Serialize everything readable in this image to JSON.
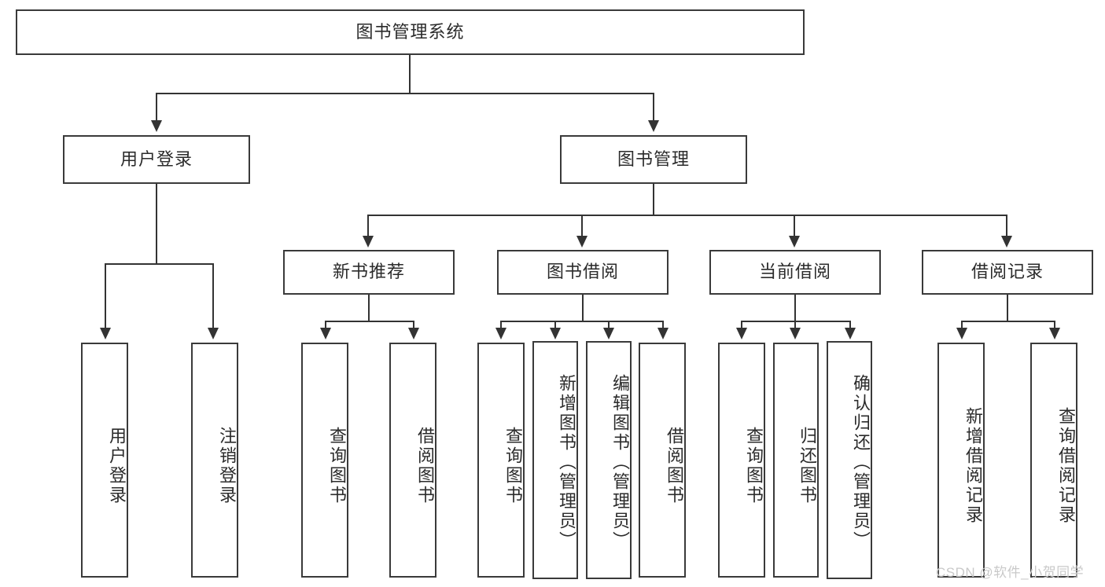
{
  "diagram": {
    "type": "tree",
    "title": "图书管理系统",
    "root": {
      "label": "图书管理系统"
    },
    "level1": [
      {
        "label": "用户登录"
      },
      {
        "label": "图书管理"
      }
    ],
    "level2": [
      {
        "label": "新书推荐"
      },
      {
        "label": "图书借阅"
      },
      {
        "label": "当前借阅"
      },
      {
        "label": "借阅记录"
      }
    ],
    "leaves": {
      "user_login": [
        {
          "label": "用户登录"
        },
        {
          "label": "注销登录"
        }
      ],
      "new_book_recommend": [
        {
          "label": "查询图书"
        },
        {
          "label": "借阅图书"
        }
      ],
      "book_borrow": [
        {
          "label": "查询图书"
        },
        {
          "label": "新增图书（管理员）"
        },
        {
          "label": "编辑图书（管理员）"
        },
        {
          "label": "借阅图书"
        }
      ],
      "current_borrow": [
        {
          "label": "查询图书"
        },
        {
          "label": "归还图书"
        },
        {
          "label": "确认归还（管理员）"
        }
      ],
      "borrow_record": [
        {
          "label": "新增借阅记录"
        },
        {
          "label": "查询借阅记录"
        }
      ]
    }
  },
  "watermark": {
    "text": "CSDN @软件_小贺同学"
  },
  "colors": {
    "border": "#3a3a3a",
    "line": "#333333",
    "text": "#2b2b2b",
    "background": "#ffffff",
    "watermark": "#c9c9c9"
  }
}
